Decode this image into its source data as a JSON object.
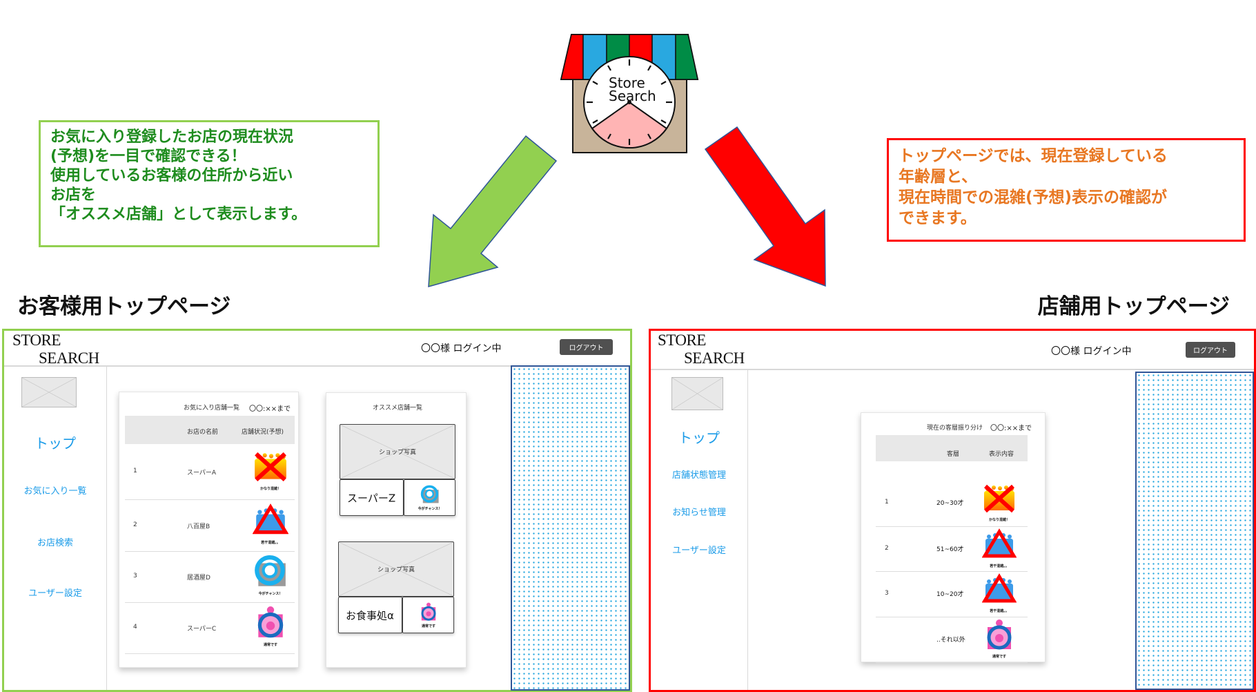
{
  "notes": {
    "customer": "お気に入り登録したお店の現在状況\n(予想)を一目で確認できる！\n使用しているお客様の住所から近い\nお店を\n「オススメ店舗」として表示します。",
    "store": "トップページでは、現在登録している\n年齢層と、\n現在時間での混雑(予想)表示の確認が\nできます。"
  },
  "logo": {
    "text_line1": "Store",
    "text_line2": "Search"
  },
  "headings": {
    "customer": "お客様用トップページ",
    "store": "店舗用トップページ"
  },
  "colors": {
    "customer_accent": "#92d050",
    "store_accent": "#ff0000",
    "menu": "#1a9be8",
    "note_customer": "#1e8c1e",
    "note_store": "#e87722"
  },
  "customer_page": {
    "brand_line1": "STORE",
    "brand_line2": "SEARCH",
    "login_status": "〇〇様 ログイン中",
    "logout": "ログアウト",
    "menu": [
      "トップ",
      "お気に入り一覧",
      "お店検索",
      "ユーザー設定"
    ],
    "favorites": {
      "title": "お気に入り店舗一覧",
      "until": "〇〇:××まで",
      "columns": [
        "お店の名前",
        "店舗状況(予想)"
      ],
      "rows": [
        {
          "no": "1",
          "name": "スーパーA",
          "status": "crowded",
          "caption": "かなり混雑！"
        },
        {
          "no": "2",
          "name": "八百屋B",
          "status": "slightly",
          "caption": "若干混雑。。"
        },
        {
          "no": "3",
          "name": "居酒屋D",
          "status": "chance",
          "caption": "今がチャンス！"
        },
        {
          "no": "4",
          "name": "スーパーC",
          "status": "normal",
          "caption": "通常です"
        }
      ]
    },
    "recommended": {
      "title": "オススメ店舗一覧",
      "shops": [
        {
          "photo": "ショップ写真",
          "name": "スーパーZ",
          "status": "chance",
          "caption": "今がチャンス！"
        },
        {
          "photo": "ショップ写真",
          "name": "お食事処α",
          "status": "normal",
          "caption": "通常です"
        }
      ]
    }
  },
  "store_page": {
    "brand_line1": "STORE",
    "brand_line2": "SEARCH",
    "login_status": "〇〇様 ログイン中",
    "logout": "ログアウト",
    "menu": [
      "トップ",
      "店舗状態管理",
      "お知らせ管理",
      "ユーザー設定"
    ],
    "segments": {
      "title": "現在の客層振り分け",
      "until": "〇〇:××まで",
      "columns": [
        "客層",
        "表示内容"
      ],
      "rows": [
        {
          "no": "1",
          "age": "20~30才",
          "status": "crowded",
          "caption": "かなり混雑！"
        },
        {
          "no": "2",
          "age": "51~60才",
          "status": "slightly",
          "caption": "若干混雑。。"
        },
        {
          "no": "3",
          "age": "10~20才",
          "status": "slightly",
          "caption": "若干混雑。。"
        },
        {
          "no": "",
          "age": "..それ以外",
          "status": "normal",
          "caption": "通常です"
        }
      ]
    }
  }
}
